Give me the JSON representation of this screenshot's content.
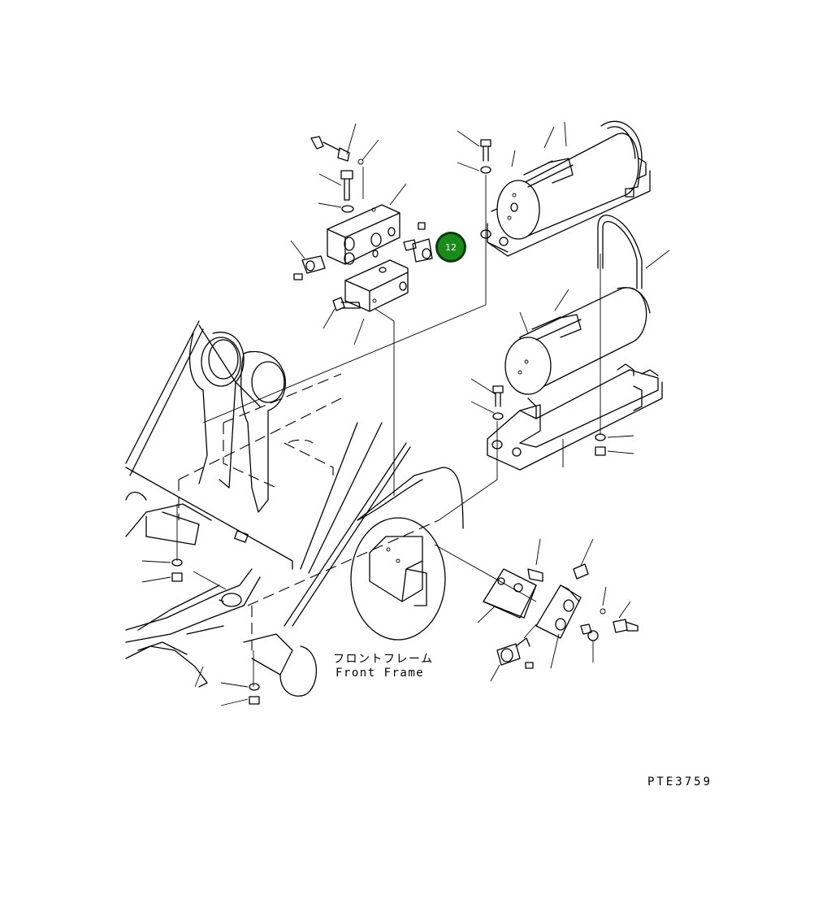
{
  "diagram": {
    "frame_label_jp": "フロントフレーム",
    "frame_label_en": "Front Frame",
    "figure_code": "PTE3759",
    "callout": {
      "number": "12",
      "color": "#1a8a1a"
    }
  }
}
